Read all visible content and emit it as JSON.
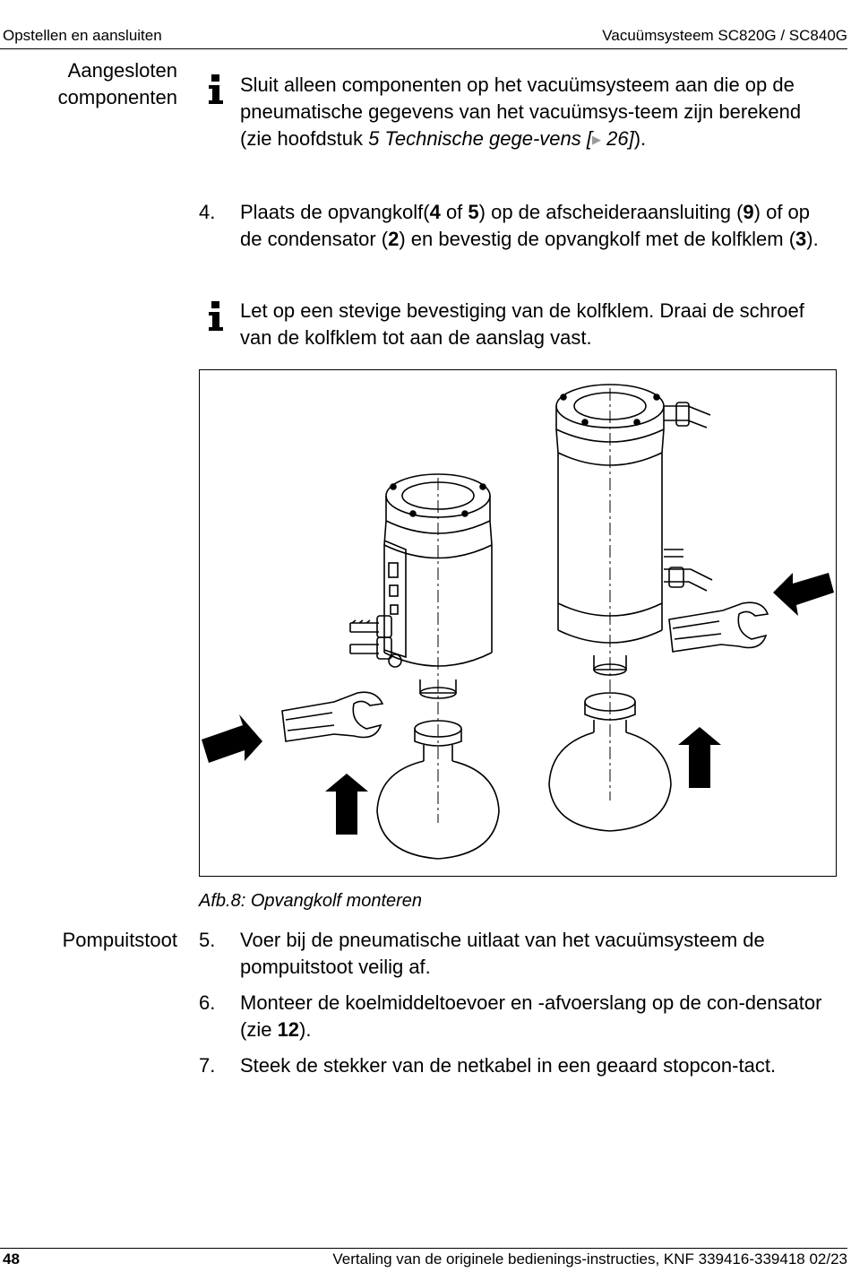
{
  "header": {
    "left": "Opstellen en aansluiten",
    "right": "Vacuümsysteem SC820G / SC840G"
  },
  "side": {
    "connected_line1": "Aangesloten",
    "connected_line2": "componenten",
    "exhaust": "Pompuitstoot"
  },
  "note1": {
    "text": "Sluit alleen componenten op het vacuümsysteem aan die op de pneumatische gegevens van het vacuümsys-teem zijn berekend (zie hoofdstuk ",
    "ref_italic": "5 Technische gege-vens [",
    "ref_arrow": "▶",
    "ref_page": " 26]",
    "end": ")."
  },
  "step4": {
    "num": "4.",
    "t1": "Plaats de opvangkolf(",
    "b1": "4",
    "t2": " of ",
    "b2": "5",
    "t3": ") op de afscheideraansluiting (",
    "b3": "9",
    "t4": ") of op de condensator (",
    "b4": "2",
    "t5": ") en bevestig de opvangkolf met de kolfklem (",
    "b5": "3",
    "t6": ")."
  },
  "note2": {
    "text": "Let op een stevige bevestiging van de kolfklem. Draai de schroef van de kolfklem tot aan de aanslag vast."
  },
  "figure": {
    "caption": "Afb.8: Opvangkolf monteren"
  },
  "step5": {
    "num": "5.",
    "text": "Voer bij de pneumatische uitlaat van het vacuümsysteem de pompuitstoot veilig af."
  },
  "step6": {
    "num": "6.",
    "t1": "Monteer de koelmiddeltoevoer en -afvoerslang op de con-densator (zie ",
    "b1": "12",
    "t2": ")."
  },
  "step7": {
    "num": "7.",
    "text": "Steek de stekker van de netkabel in een geaard stopcon-tact."
  },
  "footer": {
    "page": "48",
    "text": "Vertaling van de originele bedienings-instructies, KNF 339416-339418 02/23"
  },
  "colors": {
    "text": "#000000",
    "xref_arrow": "#9a9a9a"
  }
}
